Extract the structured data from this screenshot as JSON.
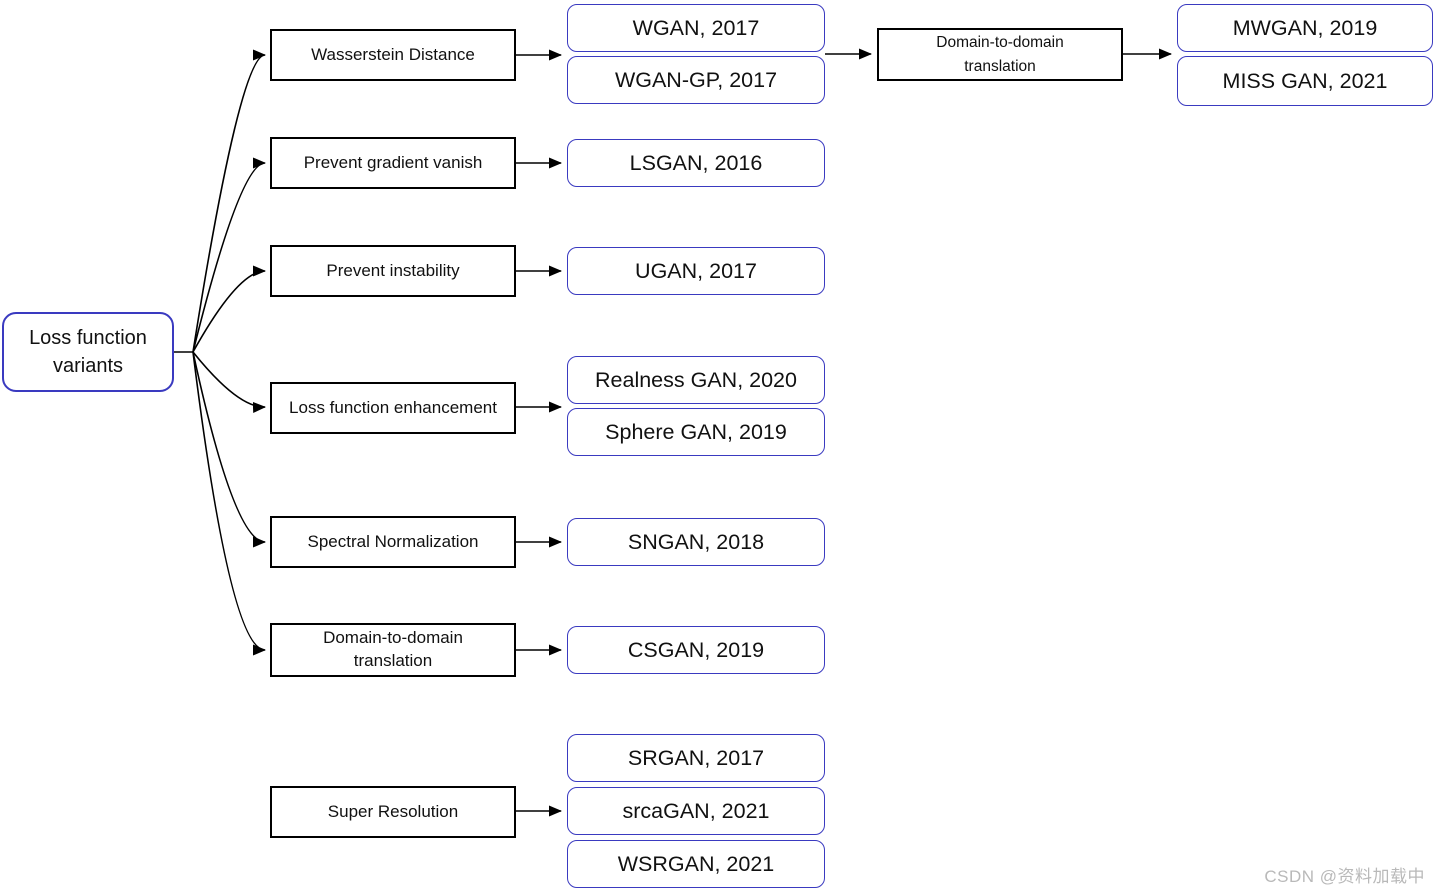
{
  "root": {
    "label": "Loss function variants"
  },
  "branches": [
    {
      "category": "Wasserstein Distance",
      "leaves": [
        "WGAN, 2017",
        "WGAN-GP, 2017"
      ]
    },
    {
      "category": "Prevent gradient vanish",
      "leaves": [
        "LSGAN, 2016"
      ]
    },
    {
      "category": "Prevent instability",
      "leaves": [
        "UGAN, 2017"
      ]
    },
    {
      "category": "Loss function enhancement",
      "leaves": [
        "Realness GAN, 2020",
        "Sphere GAN, 2019"
      ]
    },
    {
      "category": "Spectral Normalization",
      "leaves": [
        "SNGAN, 2018"
      ]
    },
    {
      "category": "Domain-to-domain translation",
      "leaves": [
        "CSGAN, 2019"
      ]
    },
    {
      "category": "Super Resolution",
      "leaves": [
        "SRGAN, 2017",
        "srcaGAN, 2021",
        "WSRGAN, 2021"
      ]
    }
  ],
  "top_chain": {
    "category": "Domain-to-domain translation",
    "leaves": [
      "MWGAN, 2019",
      "MISS GAN, 2021"
    ]
  },
  "watermark": "CSDN @资料加载中",
  "colors": {
    "leaf_border": "#3a3ac0",
    "category_border": "#000000",
    "connector": "#000000",
    "watermark_text": "#b9b9b9",
    "background": "#ffffff"
  }
}
